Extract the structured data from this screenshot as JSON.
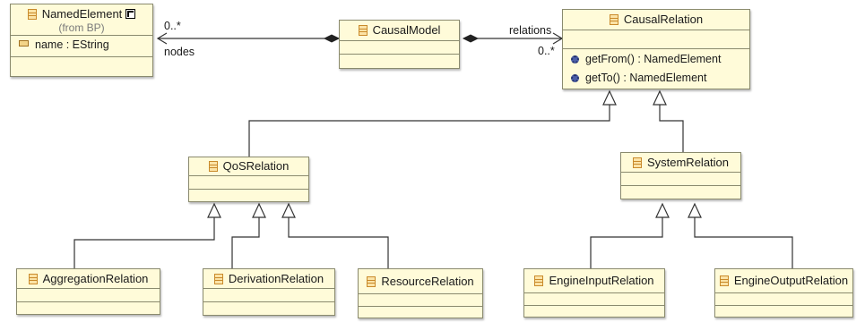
{
  "classes": {
    "named_element": {
      "name": "NamedElement",
      "source": "(from BP)",
      "attribute": "name : EString"
    },
    "causal_model": {
      "name": "CausalModel"
    },
    "causal_relation": {
      "name": "CausalRelation",
      "operations": [
        "getFrom() : NamedElement",
        "getTo() : NamedElement"
      ]
    },
    "qos_relation": {
      "name": "QoSRelation"
    },
    "system_relation": {
      "name": "SystemRelation"
    },
    "aggregation_relation": {
      "name": "AggregationRelation"
    },
    "derivation_relation": {
      "name": "DerivationRelation"
    },
    "resource_relation": {
      "name": "ResourceRelation"
    },
    "engine_input_relation": {
      "name": "EngineInputRelation"
    },
    "engine_output_relation": {
      "name": "EngineOutputRelation"
    }
  },
  "associations": {
    "nodes": {
      "role": "nodes",
      "multiplicity": "0..*"
    },
    "relations": {
      "role": "relations",
      "multiplicity": "0..*"
    }
  },
  "icons": {
    "class": "class-icon",
    "attribute": "attribute-icon",
    "operation": "operation-icon",
    "external_reference": "external-reference-icon"
  },
  "colors": {
    "class_fill": "#fffbd9",
    "class_border": "#8a8a6e",
    "edge": "#333333"
  }
}
